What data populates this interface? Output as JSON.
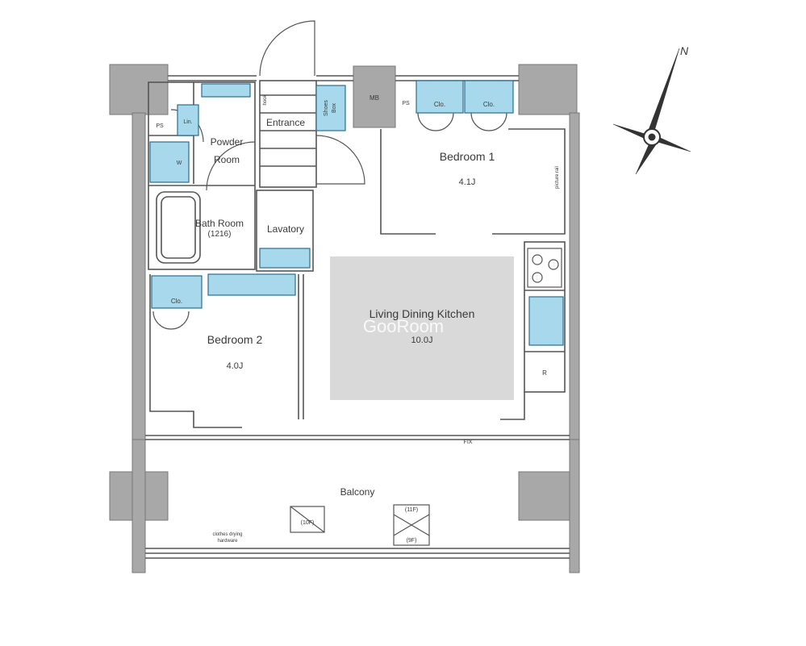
{
  "rooms": {
    "entrance": "Entrance",
    "powder_room_line1": "Powder",
    "powder_room_line2": "Room",
    "bath_room": "Bath Room",
    "bath_room_size": "(1216)",
    "lavatory": "Lavatory",
    "bedroom1": "Bedroom 1",
    "bedroom1_size": "4.1J",
    "bedroom2": "Bedroom 2",
    "bedroom2_size": "4.0J",
    "ldk": "Living Dining Kitchen",
    "ldk_size": "10.0J",
    "balcony": "Balcony"
  },
  "small_labels": {
    "ps1": "PS",
    "ps2": "PS",
    "mb": "MB",
    "shoes_box_line1": "Shoes",
    "shoes_box_line2": "Box",
    "hook": "hook",
    "lin": "Lin.",
    "w": "W",
    "clo_bedroom1_a": "Clo.",
    "clo_bedroom1_b": "Clo.",
    "clo_bedroom2": "Clo.",
    "refrigerator": "R",
    "fix": "FIX",
    "picture_rail": "picture rail",
    "clothes_drying": "clothes drying",
    "hardware": "hardware",
    "unit_10f": "(10F)",
    "unit_11f": "(11F)",
    "unit_9f": "(9F)"
  },
  "watermark": "GooRoom",
  "compass": {
    "north": "N"
  },
  "colors": {
    "wall": "#a8a8a8",
    "storage": "#a8d8ec",
    "ldk_fill": "#d9d9d9",
    "line": "#555555"
  }
}
